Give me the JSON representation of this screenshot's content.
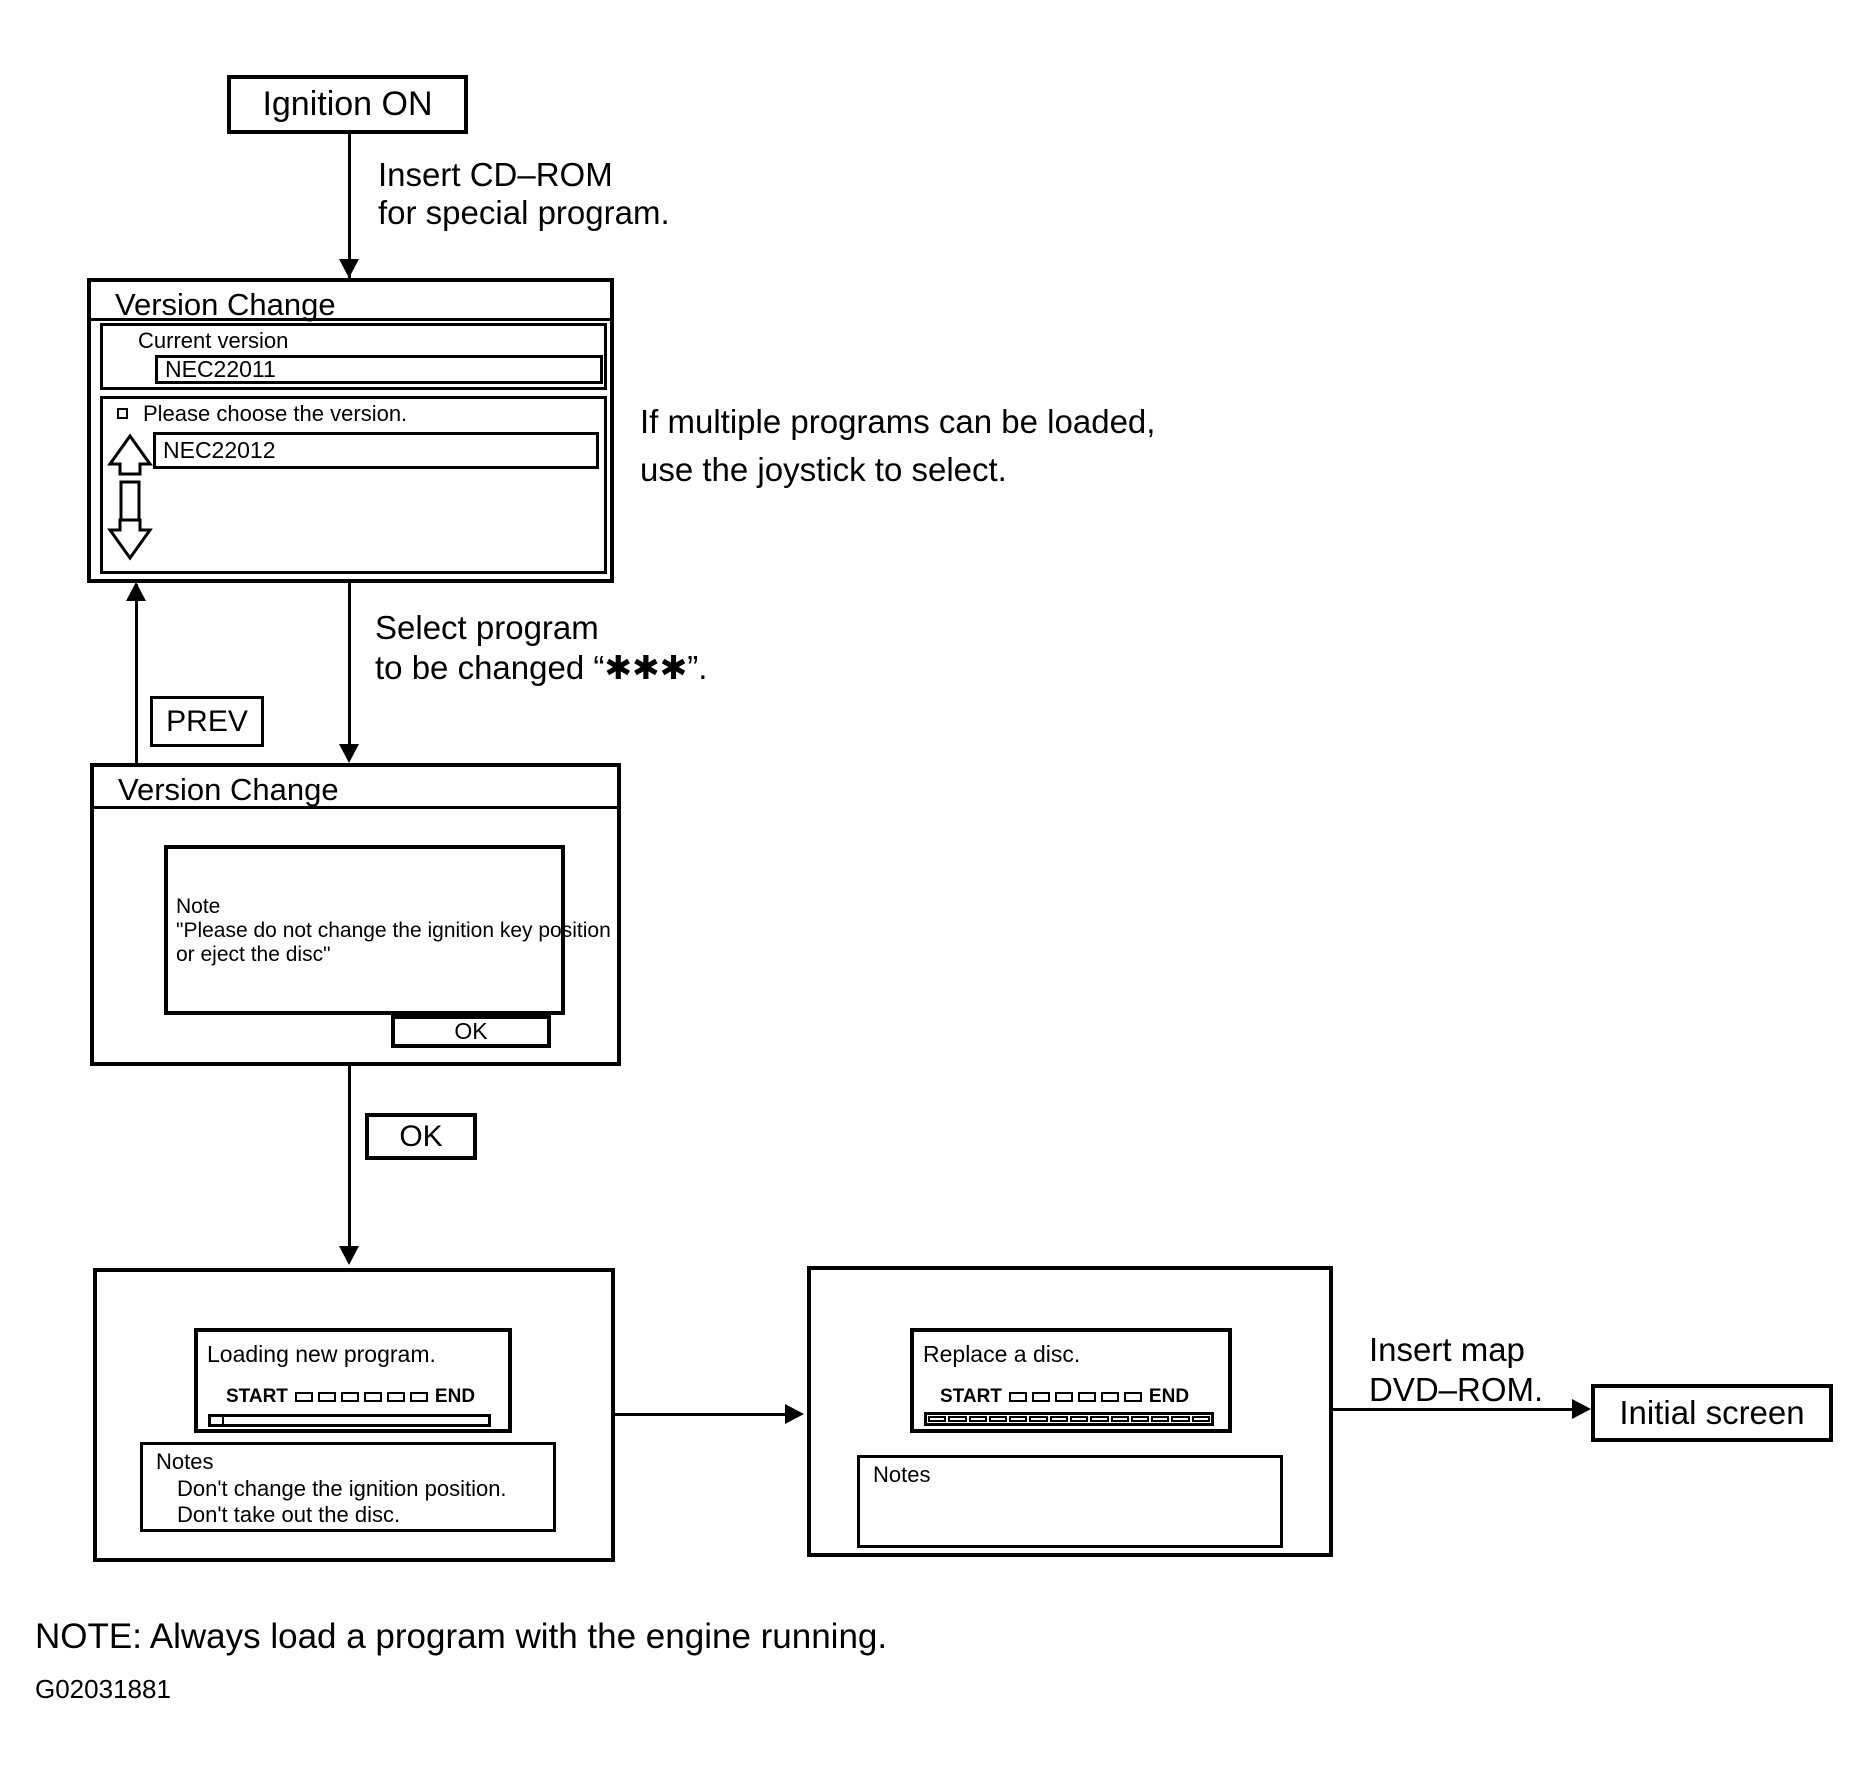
{
  "flow": {
    "ignition_label": "Ignition ON",
    "insert_cdrom_line1": "Insert CD–ROM",
    "insert_cdrom_line2": "for special program.",
    "joystick_note_line1": "If multiple programs can be loaded,",
    "joystick_note_line2": "use the joystick to select.",
    "select_program_line1": "Select program",
    "select_program_line2": "to be changed “✱✱✱”.",
    "prev_label": "PREV",
    "ok_label": "OK",
    "insert_map_line1": "Insert map",
    "insert_map_line2": "DVD–ROM.",
    "initial_screen_label": "Initial screen"
  },
  "screens": {
    "version_change_1": {
      "title": "Version Change",
      "current_version_label": "Current version",
      "current_version_value": "NEC22011",
      "choose_prompt": "Please choose the version.",
      "selected_version": "NEC22012"
    },
    "version_change_2": {
      "title": "Version Change",
      "note_title": "Note",
      "note_line1": "\"Please do not change the ignition key position",
      "note_line2": "or eject the disc\"",
      "ok_label": "OK"
    },
    "loading_screen": {
      "message": "Loading new program.",
      "start_label": "START",
      "end_label": "END",
      "notes_title": "Notes",
      "notes_line1": "Don't change the ignition position.",
      "notes_line2": "Don't take out the disc."
    },
    "replace_screen": {
      "message": "Replace a disc.",
      "start_label": "START",
      "end_label": "END",
      "notes_title": "Notes"
    }
  },
  "footer": {
    "note": "NOTE: Always load a program with the engine running.",
    "figure_code": "G02031881"
  },
  "colors": {
    "ink": "#000000",
    "paper": "#ffffff"
  }
}
